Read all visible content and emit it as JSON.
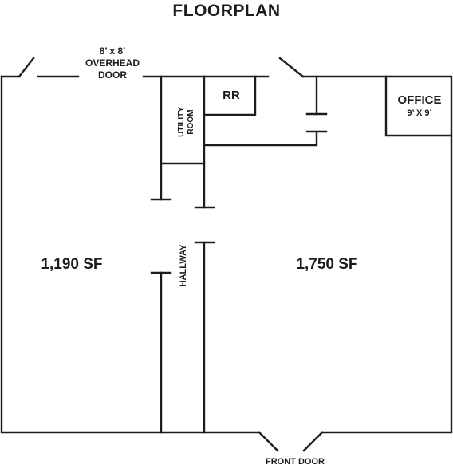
{
  "title": "FLOORPLAN",
  "overhead_door": {
    "line1": "8’ x 8’",
    "line2": "OVERHEAD",
    "line3": "DOOR"
  },
  "rooms": {
    "restroom": "RR",
    "office_name": "OFFICE",
    "office_size": "9’ X 9’",
    "utility_line1": "UTILITY",
    "utility_line2": "ROOM",
    "hallway": "HALLWAY"
  },
  "areas": {
    "left": "1,190 SF",
    "right": "1,750 SF"
  },
  "front_door": "FRONT DOOR"
}
